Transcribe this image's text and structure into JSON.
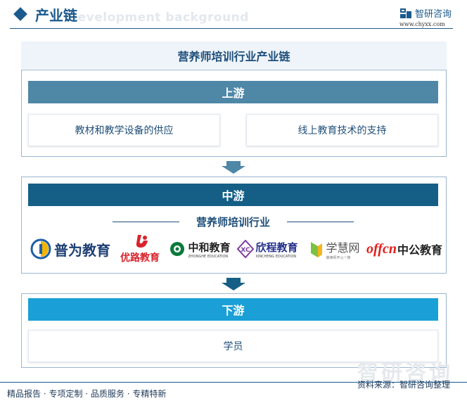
{
  "header": {
    "title": "产业链",
    "watermark": "Development background",
    "brand_name": "智研咨询",
    "brand_url": "www.chyxx.com"
  },
  "chain": {
    "title": "营养师培训行业产业链",
    "upstream": {
      "label": "上游",
      "items": [
        "教材和教学设备的供应",
        "线上教育技术的支持"
      ]
    },
    "midstream": {
      "label": "中游",
      "subtitle": "营养师培训行业",
      "companies": [
        {
          "name": "普为教育"
        },
        {
          "name": "优路教育"
        },
        {
          "name": "中和教育",
          "sub": "ZHONGHE EDUCATION"
        },
        {
          "name": "欣程教育",
          "sub": "XINCHENG EDUCATION"
        },
        {
          "name": "学慧网",
          "sub": "做律师开心一族"
        },
        {
          "name": "中公教育",
          "mark": "offcn"
        }
      ]
    },
    "downstream": {
      "label": "下游",
      "items": [
        "学员"
      ]
    }
  },
  "footer": {
    "left": "精品报告 · 专项定制 · 品质服务 · 专精特新",
    "source": "资料来源：智研咨询整理",
    "watermark": "智研咨询"
  },
  "colors": {
    "primary": "#1b5a8c",
    "upstream": "#4f87a7",
    "midstream": "#155f86",
    "downstream": "#1aa0d6"
  }
}
